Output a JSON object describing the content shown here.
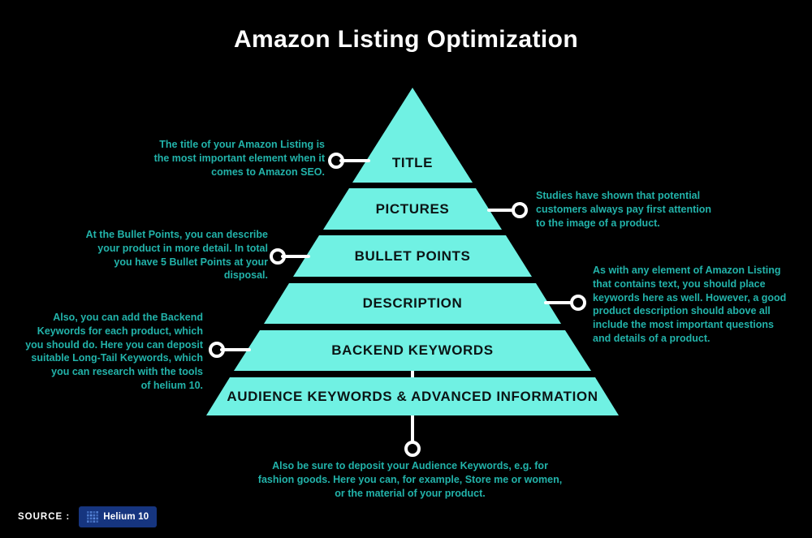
{
  "title": "Amazon Listing Optimization",
  "pyramid": {
    "levels": [
      {
        "label": "TITLE"
      },
      {
        "label": "PICTURES"
      },
      {
        "label": "BULLET POINTS"
      },
      {
        "label": "DESCRIPTION"
      },
      {
        "label": "BACKEND KEYWORDS"
      },
      {
        "label": "AUDIENCE KEYWORDS & ADVANCED INFORMATION"
      }
    ]
  },
  "callouts": {
    "title": "The title of your Amazon Listing is\nthe most important element when it\ncomes to Amazon SEO.",
    "pictures": "Studies have shown that potential\ncustomers always pay first attention\nto the image of a product.",
    "bullet_points": "At the Bullet Points, you can describe\nyour product in more detail. In total\nyou have 5 Bullet Points at your\ndisposal.",
    "description": "As with any element of Amazon Listing\nthat contains text, you should place\nkeywords here as well. However, a good\nproduct description should above all\ninclude the most important questions\nand details of a product.",
    "backend_keywords": "Also, you can add the Backend\nKeywords for each product, which\nyou should do. Here you can deposit\nsuitable Long-Tail Keywords, which\nyou can research with the tools\nof helium 10.",
    "audience_keywords": "Also be sure to deposit your Audience Keywords, e.g. for\nfashion goods. Here you can, for example, Store me or women,\nor the material of your product."
  },
  "source": {
    "label": "SOURCE :",
    "brand": "Helium 10"
  },
  "colors": {
    "bg": "#000000",
    "pyramid": "#70F1E3",
    "callout_text": "#22B3AA",
    "label_text": "#0B1515",
    "line": "#FFFFFF",
    "badge": "#16357F",
    "badge_icon": "#5B8BE0"
  }
}
